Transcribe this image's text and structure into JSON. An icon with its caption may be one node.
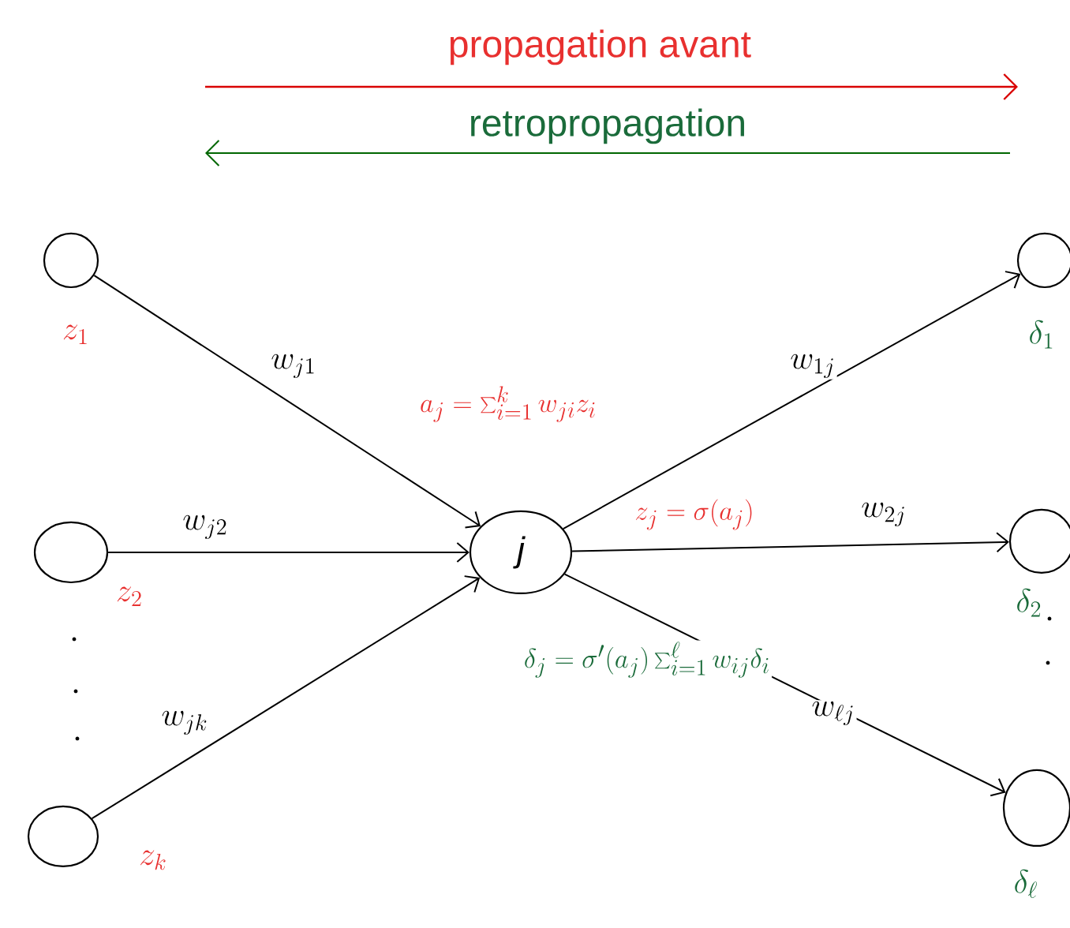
{
  "diagram": {
    "nodes": [
      {
        "text": [],
        "shape": "circle",
        "beside": [
          "z_1"
        ]
      },
      {
        "text": [],
        "shape": "circle",
        "beside": [
          "z_2"
        ]
      },
      {
        "text": [],
        "shape": "circle",
        "beside": [
          "z_k"
        ]
      },
      {
        "text": [
          "j"
        ]
      },
      {
        "text": [],
        "shape": "circle",
        "beside": [
          "\\delta_1"
        ]
      },
      {
        "text": [],
        "shape": "circle",
        "beside": [
          "\\delta_2"
        ]
      },
      {
        "text": [],
        "shape": "circle",
        "beside": [
          "\\delta_\\ell"
        ]
      }
    ],
    "edges": [
      {
        "from": 0,
        "to": 3,
        "arrow": "to",
        "label": "w_{j1}"
      },
      {
        "from": 1,
        "to": 3,
        "arrow": "to",
        "label": "w_{j2}"
      },
      {
        "from": 2,
        "to": 3,
        "arrow": "to",
        "label": "w_{jk}"
      },
      {
        "from": 3,
        "to": 4,
        "arrow": "to",
        "label": "w_{1j}"
      },
      {
        "from": 3,
        "to": 5,
        "arrow": "to",
        "label": "w_{2j}"
      },
      {
        "from": 3,
        "to": 6,
        "arrow": "to",
        "label": "w_{\\ell j}"
      }
    ],
    "labels": [
      "propagation avant",
      "retropropagation",
      "a_j=\\sum_{i=1}^{k} w_{ji} z_i",
      "z_j=\\sigma(a_j)",
      "\\delta_j=\\sigma'(a_j)\\sum_{i=1}^{\\ell} w_{ij}\\delta_i"
    ]
  }
}
